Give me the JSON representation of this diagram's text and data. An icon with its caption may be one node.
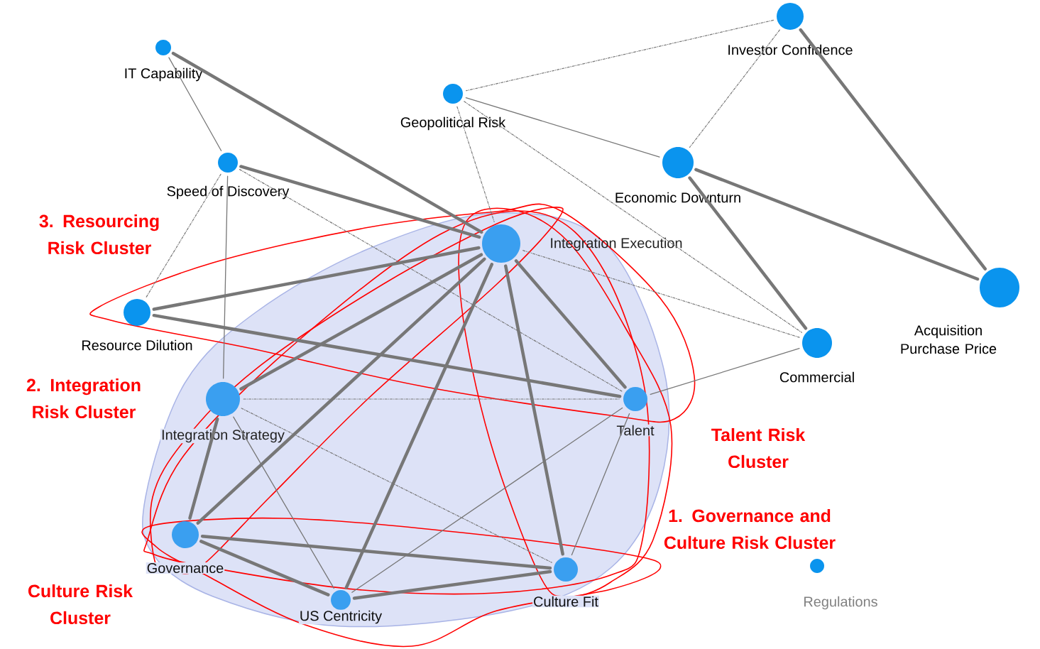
{
  "diagram": {
    "nodes": [
      {
        "text": [
          "IT Capability"
        ]
      },
      {
        "text": [
          "Investor Confidence"
        ]
      },
      {
        "text": [
          "Geopolitical Risk"
        ]
      },
      {
        "text": [
          "Speed of Discovery"
        ]
      },
      {
        "text": [
          "Economic Downturn"
        ]
      },
      {
        "text": [
          "Integration Execution"
        ]
      },
      {
        "text": [
          "Resource Dilution"
        ]
      },
      {
        "text": [
          "Acquisition Purchase Price"
        ]
      },
      {
        "text": [
          "Commercial"
        ]
      },
      {
        "text": [
          "Integration Strategy"
        ]
      },
      {
        "text": [
          "Talent"
        ]
      },
      {
        "text": [
          "Governance"
        ]
      },
      {
        "text": [
          "Culture Fit"
        ]
      },
      {
        "text": [
          "US Centricity"
        ]
      },
      {
        "text": [
          "Regulations"
        ]
      }
    ],
    "edges": [
      {
        "from": 0,
        "to": 3,
        "arrow": "none"
      },
      {
        "from": 0,
        "to": 5,
        "arrow": "none",
        "style": "thick"
      },
      {
        "from": 1,
        "to": 2,
        "arrow": "none",
        "style": "dashed"
      },
      {
        "from": 1,
        "to": 4,
        "arrow": "none",
        "style": "dashed"
      },
      {
        "from": 1,
        "to": 7,
        "arrow": "none",
        "style": "thick"
      },
      {
        "from": 2,
        "to": 4,
        "arrow": "none"
      },
      {
        "from": 2,
        "to": 5,
        "arrow": "none",
        "style": "dashed"
      },
      {
        "from": 2,
        "to": 8,
        "arrow": "none",
        "style": "dashed"
      },
      {
        "from": 3,
        "to": 5,
        "arrow": "none",
        "style": "thick"
      },
      {
        "from": 3,
        "to": 6,
        "arrow": "none",
        "style": "dashed"
      },
      {
        "from": 3,
        "to": 9,
        "arrow": "none"
      },
      {
        "from": 3,
        "to": 10,
        "arrow": "none",
        "style": "dashed"
      },
      {
        "from": 4,
        "to": 7,
        "arrow": "none",
        "style": "thick"
      },
      {
        "from": 4,
        "to": 8,
        "arrow": "none",
        "style": "thick"
      },
      {
        "from": 5,
        "to": 8,
        "arrow": "none",
        "style": "dashed"
      },
      {
        "from": 6,
        "to": 5,
        "arrow": "none",
        "style": "thick"
      },
      {
        "from": 6,
        "to": 10,
        "arrow": "none",
        "style": "thick"
      },
      {
        "from": 9,
        "to": 5,
        "arrow": "none",
        "style": "thick"
      },
      {
        "from": 9,
        "to": 10,
        "arrow": "none",
        "style": "dashed"
      },
      {
        "from": 9,
        "to": 11,
        "arrow": "none",
        "style": "thick"
      },
      {
        "from": 9,
        "to": 13,
        "arrow": "none"
      },
      {
        "from": 9,
        "to": 12,
        "arrow": "none",
        "style": "dashed"
      },
      {
        "from": 5,
        "to": 11,
        "arrow": "none",
        "style": "thick"
      },
      {
        "from": 5,
        "to": 13,
        "arrow": "none",
        "style": "thick"
      },
      {
        "from": 5,
        "to": 10,
        "arrow": "none",
        "style": "thick"
      },
      {
        "from": 5,
        "to": 12,
        "arrow": "none",
        "style": "thick"
      },
      {
        "from": 10,
        "to": 8,
        "arrow": "none"
      },
      {
        "from": 10,
        "to": 12,
        "arrow": "none"
      },
      {
        "from": 10,
        "to": 13,
        "arrow": "none"
      },
      {
        "from": 11,
        "to": 12,
        "arrow": "none",
        "style": "thick"
      },
      {
        "from": 11,
        "to": 13,
        "arrow": "none",
        "style": "thick"
      },
      {
        "from": 13,
        "to": 12,
        "arrow": "none",
        "style": "thick"
      }
    ],
    "labels": [
      "3. Resourcing Risk Cluster",
      "2. Integration Risk Cluster",
      "Talent Risk Cluster",
      "1. Governance and Culture Risk Cluster",
      "Culture Risk Cluster"
    ]
  }
}
